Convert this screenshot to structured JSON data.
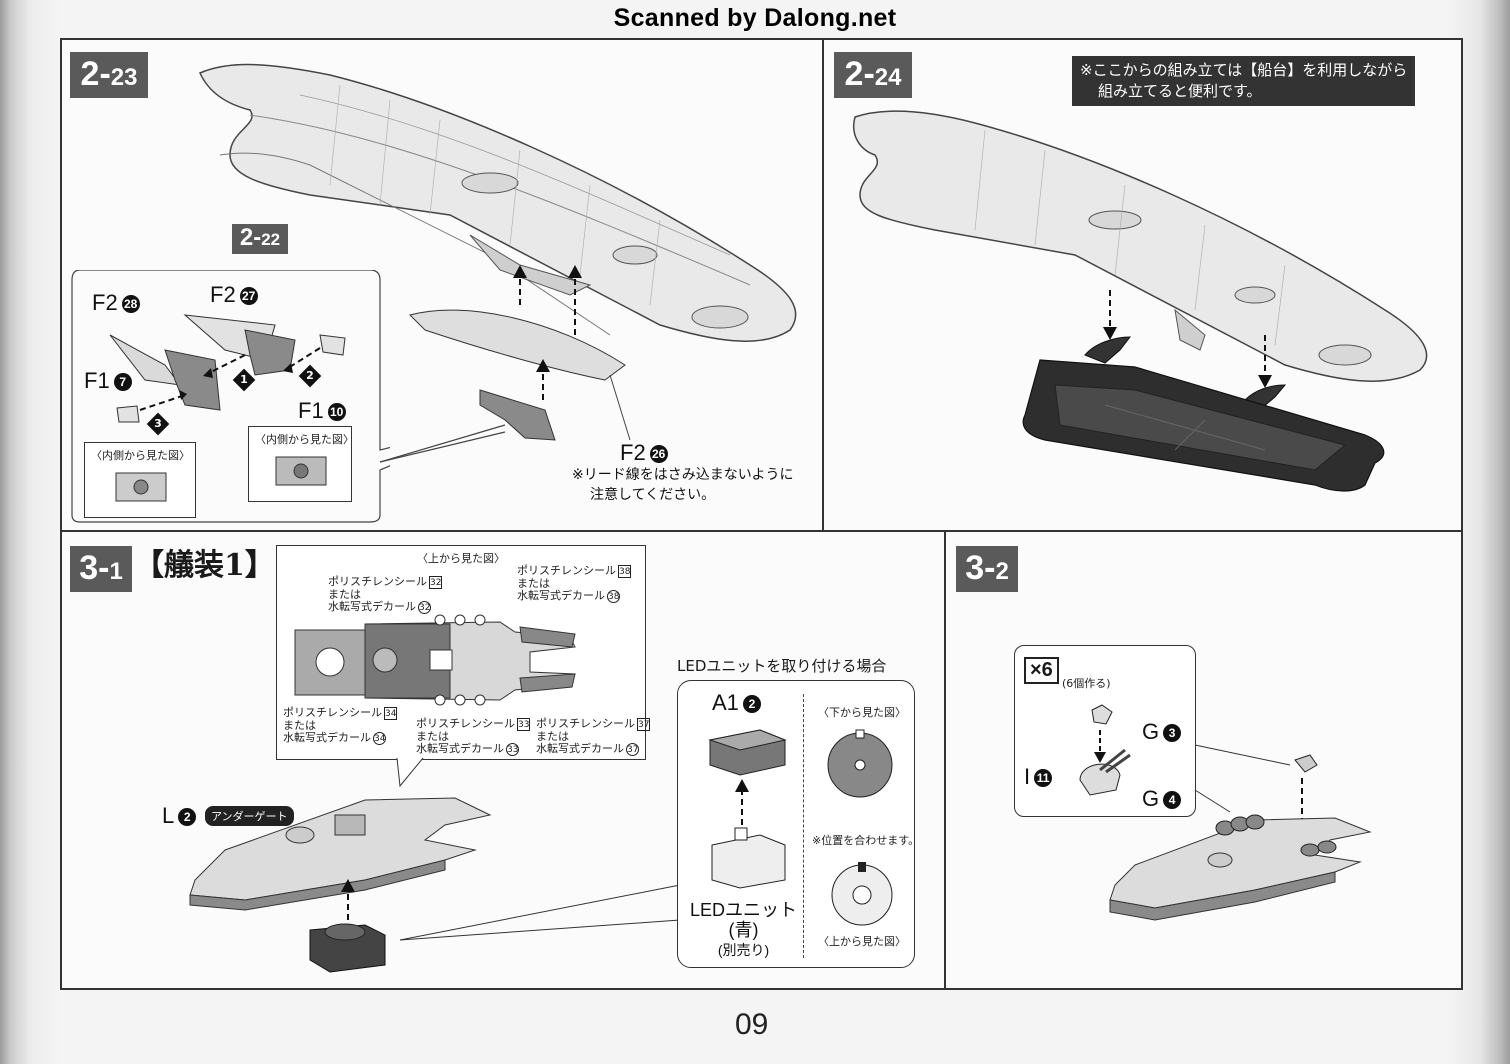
{
  "watermark": "Scanned by Dalong.net",
  "page_number": "09",
  "steps": {
    "s2_23": {
      "num_major": "2-",
      "num_minor": "23",
      "ref_major": "2-",
      "ref_minor": "22",
      "parts": {
        "f2_28": "F2",
        "f2_28_n": "28",
        "f2_27": "F2",
        "f2_27_n": "27",
        "f1_7": "F1",
        "f1_7_n": "7",
        "f1_10": "F1",
        "f1_10_n": "10",
        "f2_26": "F2",
        "f2_26_n": "26"
      },
      "order": [
        "1",
        "2",
        "3"
      ],
      "inside_view_1": "〈内側から見た図〉",
      "inside_view_2": "〈内側から見た図〉",
      "note_line1": "※リード線をはさみ込まないように",
      "note_line2": "注意してください。"
    },
    "s2_24": {
      "num_major": "2-",
      "num_minor": "24",
      "notice_line1": "※ここからの組み立ては【船台】を利用しながら",
      "notice_line2": "組み立てると便利です。"
    },
    "s3_1": {
      "num_major": "3-",
      "num_minor": "1",
      "title": "【艤装1】",
      "top_view": "〈上から見た図〉",
      "stickers": [
        {
          "l1": "ポリスチレンシール",
          "n": "32",
          "l2": "または",
          "l3": "水転写式デカール"
        },
        {
          "l1": "ポリスチレンシール",
          "n": "38",
          "l2": "または",
          "l3": "水転写式デカール"
        },
        {
          "l1": "ポリスチレンシール",
          "n": "34",
          "l2": "または",
          "l3": "水転写式デカール"
        },
        {
          "l1": "ポリスチレンシール",
          "n": "33",
          "l2": "または",
          "l3": "水転写式デカール"
        },
        {
          "l1": "ポリスチレンシール",
          "n": "37",
          "l2": "または",
          "l3": "水転写式デカール"
        }
      ],
      "part_l": "L",
      "part_l_n": "2",
      "undergate": "アンダーゲート",
      "led_heading": "LEDユニットを取り付ける場合",
      "part_a1": "A1",
      "part_a1_n": "2",
      "bottom_view": "〈下から見た図〉",
      "align_note": "※位置を合わせます。",
      "top_view_2": "〈上から見た図〉",
      "led_unit": "LEDユニット",
      "led_color": "(青)",
      "sold_separately": "(別売り)"
    },
    "s3_2": {
      "num_major": "3-",
      "num_minor": "2",
      "multiplier": "×6",
      "make_count": "(6個作る)",
      "part_g3": "G",
      "part_g3_n": "3",
      "part_i11": "I",
      "part_i11_n": "11",
      "part_g4": "G",
      "part_g4_n": "4"
    }
  }
}
